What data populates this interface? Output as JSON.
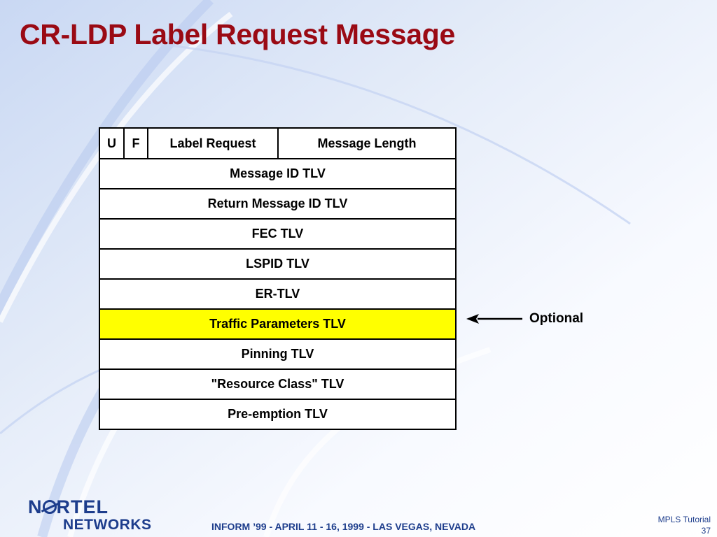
{
  "slide": {
    "title": "CR-LDP Label Request Message",
    "colors": {
      "title": "#9a0a14",
      "highlight": "#ffff00",
      "footer": "#1d3d8c"
    }
  },
  "message_format": {
    "header": {
      "u": "U",
      "f": "F",
      "type": "Label Request",
      "length": "Message Length"
    },
    "rows": [
      {
        "label": "Message ID TLV",
        "highlight": false
      },
      {
        "label": "Return Message ID TLV",
        "highlight": false
      },
      {
        "label": "FEC TLV",
        "highlight": false
      },
      {
        "label": "LSPID TLV",
        "highlight": false
      },
      {
        "label": "ER-TLV",
        "highlight": false
      },
      {
        "label": "Traffic Parameters TLV",
        "highlight": true
      },
      {
        "label": "Pinning TLV",
        "highlight": false
      },
      {
        "label": "\"Resource Class\" TLV",
        "highlight": false
      },
      {
        "label": "Pre-emption TLV",
        "highlight": false
      }
    ]
  },
  "annotation": {
    "label": "Optional",
    "icon": "arrow-left-icon"
  },
  "footer": {
    "logo": {
      "line1_pre": "N",
      "line1_post": "RTEL",
      "line2": "NETWORKS"
    },
    "event": "INFORM ’99 - APRIL 11 - 16, 1999 - LAS VEGAS, NEVADA",
    "course": "MPLS Tutorial",
    "page": "37"
  }
}
